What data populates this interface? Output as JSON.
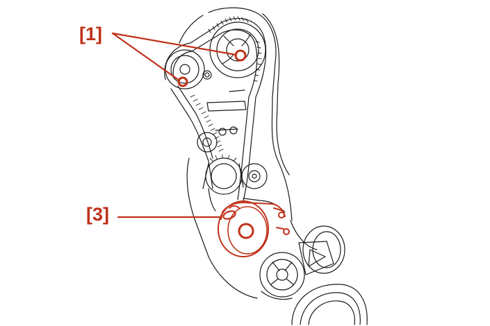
{
  "colors": {
    "accent": "#c0311a",
    "line": "#1a1a1a",
    "background": "#ffffff"
  },
  "callouts": [
    {
      "id": "label-1",
      "text": "[1]"
    },
    {
      "id": "label-3",
      "text": "[3]"
    }
  ]
}
